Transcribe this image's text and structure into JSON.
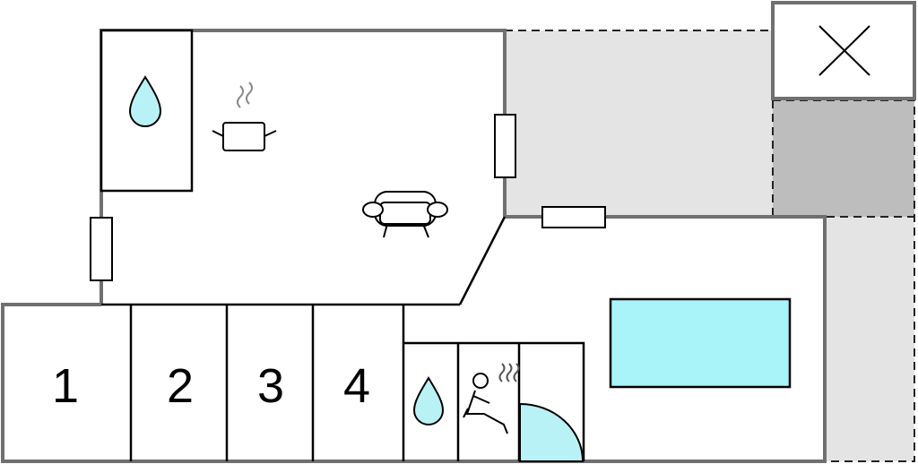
{
  "floorplan": {
    "rooms": [
      {
        "label": "1"
      },
      {
        "label": "2"
      },
      {
        "label": "3"
      },
      {
        "label": "4"
      }
    ],
    "icons": [
      "water-drop-icon",
      "cooking-pot-icon",
      "sofa-icon",
      "close-x-icon",
      "sauna-icon",
      "pool-icon",
      "door-swing-icon"
    ],
    "colors": {
      "wall": "#707070",
      "terrace": "#e4e4e4",
      "covered_area": "#bdbdbd",
      "water": "#b8f2f6",
      "pool": "#a8f4f8"
    }
  }
}
